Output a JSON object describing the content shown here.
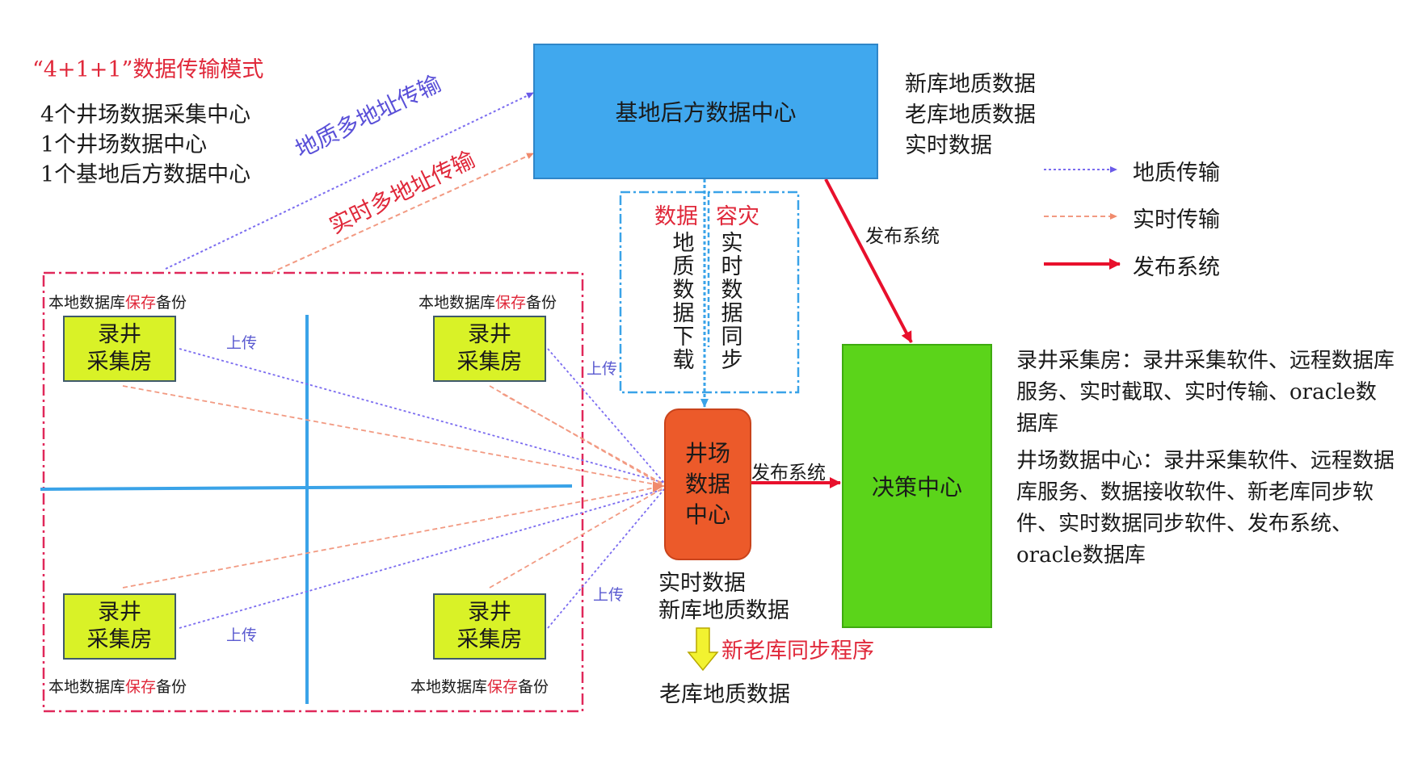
{
  "title": "“4+1+1”数据传输模式",
  "intro": [
    "4个井场数据采集中心",
    "1个井场数据中心",
    "1个基地后方数据中心"
  ],
  "arrow_labels": {
    "geo_multi": "地质多地址传输",
    "rt_multi": "实时多地址传输"
  },
  "base_center": {
    "label": "基地后方数据中心",
    "data": [
      "新库地质数据",
      "老库地质数据",
      "实时数据"
    ]
  },
  "backup": {
    "prefix": "本地数据库",
    "highlight": "保存",
    "suffix": "备份"
  },
  "room": {
    "line1": "录井",
    "line2": "采集房"
  },
  "upload": "上传",
  "disaster": {
    "heading_left": "数据",
    "heading_right": "容灾",
    "col_left": "地质数据下载",
    "col_right": "实时数据同步"
  },
  "wellsite": {
    "lines": [
      "井场",
      "数据",
      "中心"
    ],
    "data": [
      "实时数据",
      "新库地质数据"
    ]
  },
  "publish": "发布系统",
  "decision": "决策中心",
  "sync": {
    "program": "新老库同步程序",
    "old_data": "老库地质数据"
  },
  "legend": [
    {
      "label": "地质传输",
      "color": "#7b6cf0",
      "style": "dotted"
    },
    {
      "label": "实时传输",
      "color": "#f29a82",
      "style": "dashed"
    },
    {
      "label": "发布系统",
      "color": "#e8102c",
      "style": "solid"
    }
  ],
  "descriptions": [
    "录井采集房：录井采集软件、远程数据库服务、实时截取、实时传输、oracle数据库",
    "井场数据中心：录井采集软件、远程数据库服务、数据接收软件、新老库同步软件、实时数据同步软件、发布系统、oracle数据库"
  ],
  "colors": {
    "accent_red": "#e0283a",
    "geo": "#7b6cf0",
    "rt": "#f29a82",
    "publish": "#e8102c",
    "blue": "#40a8ee",
    "green": "#5bd41a",
    "orange": "#ec5a2a",
    "yellow": "#d9f227"
  }
}
